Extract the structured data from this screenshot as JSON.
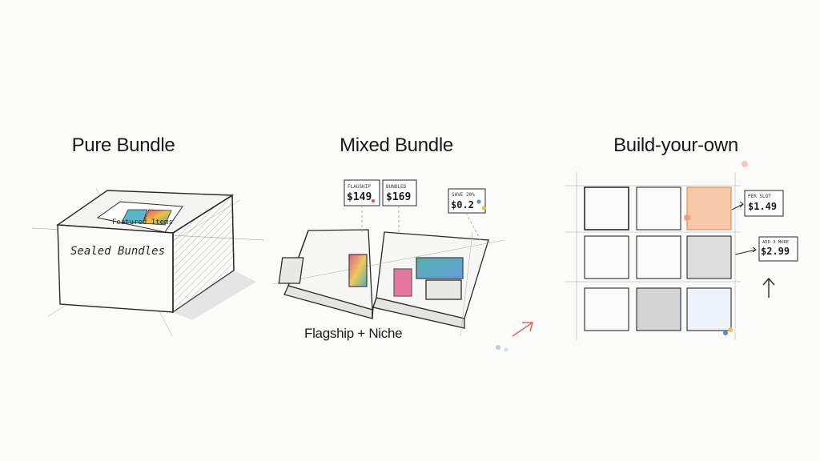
{
  "panels": [
    {
      "title": "Pure Bundle",
      "box_label": "Sealed Bundles",
      "card_label": "Featured Items"
    },
    {
      "title": "Mixed Bundle",
      "caption": "Flagship + Niche",
      "price_tags": [
        {
          "label": "FLAGSHIP",
          "price": "$149"
        },
        {
          "label": "BUNDLED",
          "price": "$169"
        },
        {
          "label": "SAVE 20%",
          "price": "$0.2"
        }
      ]
    },
    {
      "title": "Build-your-own",
      "price_tags": [
        {
          "label": "PER SLOT",
          "price": "$1.49"
        },
        {
          "label": "ADD 3 MORE",
          "price": "$2.99"
        }
      ]
    }
  ],
  "colors": {
    "ink": "#2a2a2a",
    "orange": "#f0a070",
    "magenta": "#e0407a",
    "teal": "#3aa6a0",
    "blue": "#4a90d9",
    "gray_fill": "#d8d8d8",
    "arrow": "#e06a5a"
  }
}
